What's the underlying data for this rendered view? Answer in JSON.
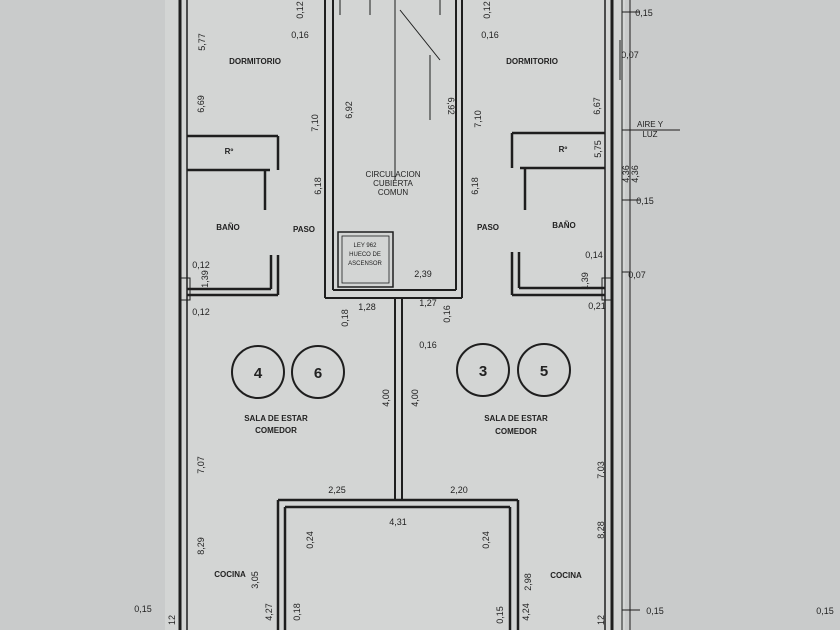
{
  "rooms": {
    "dormitorio_left": "DORMITORIO",
    "dormitorio_right": "DORMITORIO",
    "r_left": "Rº",
    "r_right": "Rº",
    "bano_left": "BAÑO",
    "bano_right": "BAÑO",
    "paso_left": "PASO",
    "paso_right": "PASO",
    "circulacion": [
      "CIRCULACION",
      "CUBIERTA",
      "COMUN"
    ],
    "ascensor": [
      "LEY 962",
      "HUECO DE",
      "ASCENSOR"
    ],
    "sala_left": [
      "SALA DE ESTAR",
      "COMEDOR"
    ],
    "sala_right": [
      "SALA DE ESTAR",
      "COMEDOR"
    ],
    "cocina_left": "COCINA",
    "cocina_right": "COCINA",
    "aire_luz": [
      "AIRE Y",
      "LUZ"
    ]
  },
  "unit_numbers": [
    "4",
    "6",
    "3",
    "5"
  ],
  "dimensions": {
    "d577": "5,77",
    "d016a": "0,16",
    "d016b": "0,16",
    "d012top_l": "0,12",
    "d012top_r": "0,12",
    "d015_topright": "0,15",
    "d007_top": "0,07",
    "d669": "6,69",
    "d667": "6,67",
    "d710_l": "7,10",
    "d692_l": "6,92",
    "d692_r": "6,92",
    "d710_r": "7,10",
    "d575": "5,75",
    "d436a": "4,36",
    "d436b": "4,36",
    "d015_mid": "0,15",
    "d618_l": "6,18",
    "d618_r": "6,18",
    "d012_l1": "0,12",
    "d139_l": "1,39",
    "d012_l2": "0,12",
    "d014_r": "0,14",
    "d139_r": "1,39",
    "d007_r": "0,07",
    "d021_r": "0,21",
    "d239": "2,39",
    "d128": "1,28",
    "d127": "1,27",
    "d018": "0,18",
    "d016_c1": "0,16",
    "d016_c2": "0,16",
    "d400_l": "4,00",
    "d400_r": "4,00",
    "d707": "7,07",
    "d829": "8,29",
    "d703": "7,03",
    "d828": "8,28",
    "d225": "2,25",
    "d220": "2,20",
    "d431": "4,31",
    "d024_l": "0,24",
    "d024_r": "0,24",
    "d305": "3,05",
    "d427": "4,27",
    "d018_b": "0,18",
    "d298": "2,98",
    "d424": "4,24",
    "d015_b": "0,15",
    "d012_bl": "12",
    "d012_br": "12",
    "d015_bottom_left": "0,15",
    "d015_bottom_right": "0,15",
    "d015_far_right": "0,15"
  },
  "colors": {
    "paper": "#c9cbcb",
    "line": "#1e1e1e"
  }
}
